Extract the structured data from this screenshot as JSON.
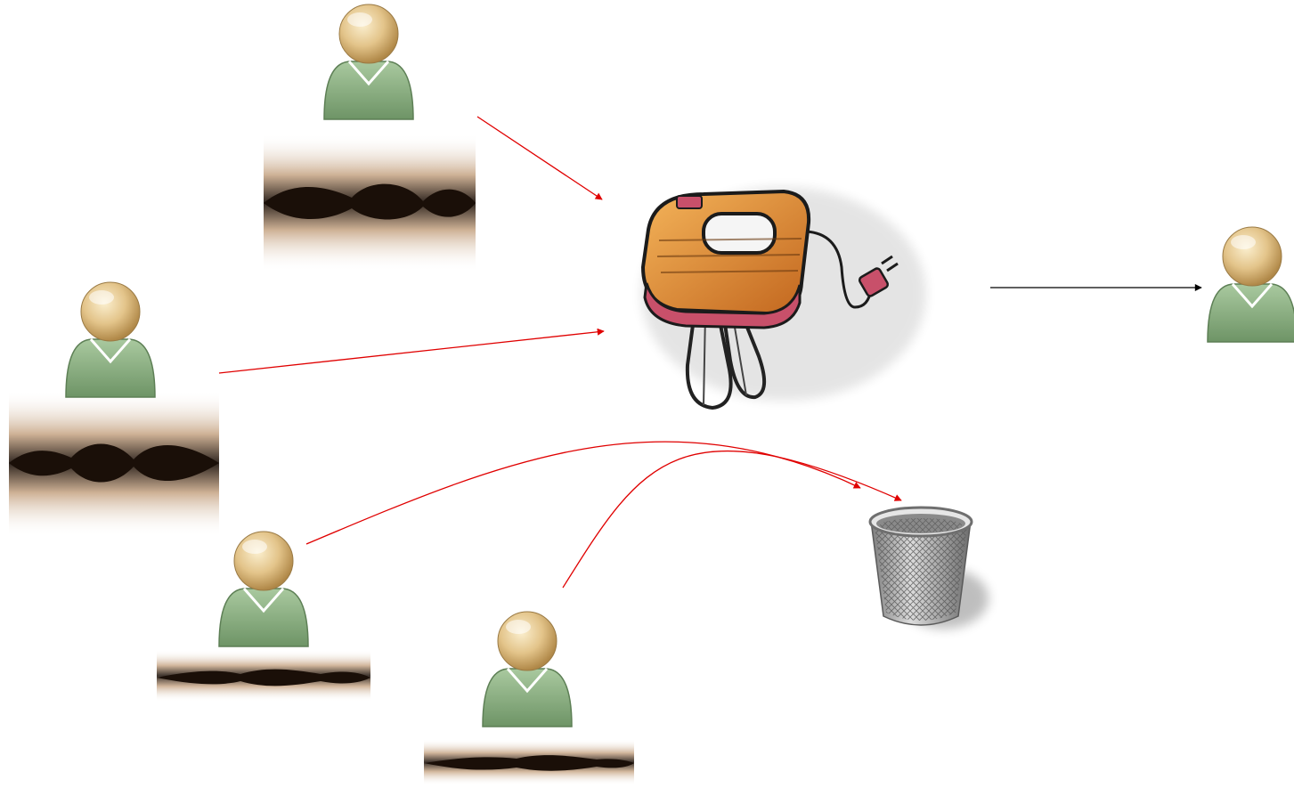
{
  "diagram": {
    "description_free": true,
    "nodes": {
      "speakers": [
        {
          "id": "speaker-1",
          "icon": "person-icon",
          "signal": "loud-waveform",
          "signal_amplitude": 0.95
        },
        {
          "id": "speaker-2",
          "icon": "person-icon",
          "signal": "loud-waveform",
          "signal_amplitude": 0.95
        },
        {
          "id": "speaker-3",
          "icon": "person-icon",
          "signal": "quiet-waveform",
          "signal_amplitude": 0.35
        },
        {
          "id": "speaker-4",
          "icon": "person-icon",
          "signal": "quiet-waveform",
          "signal_amplitude": 0.35
        }
      ],
      "mixer": {
        "id": "mixer",
        "icon": "hand-mixer-icon"
      },
      "listener": {
        "id": "listener",
        "icon": "person-icon"
      },
      "trash": {
        "id": "trash",
        "icon": "trash-bin-icon"
      }
    },
    "edges": [
      {
        "from": "speaker-1",
        "to": "mixer",
        "color": "#e00000"
      },
      {
        "from": "speaker-2",
        "to": "mixer",
        "color": "#e00000"
      },
      {
        "from": "speaker-3",
        "to": "trash",
        "color": "#e00000"
      },
      {
        "from": "speaker-4",
        "to": "trash",
        "color": "#e00000"
      },
      {
        "from": "mixer",
        "to": "listener",
        "color": "#000000"
      }
    ],
    "colors": {
      "person_head": "#e3c48a",
      "person_head_shade": "#b8945a",
      "person_body": "#8fb585",
      "person_body_shade": "#6e9466",
      "waveform_dark": "#1a0f08",
      "waveform_light": "#c9a98a",
      "mixer_body": "#e8963a",
      "mixer_base": "#c8506a",
      "trash": "#a8a8a8",
      "edge_red": "#e00000",
      "edge_black": "#000000"
    }
  }
}
